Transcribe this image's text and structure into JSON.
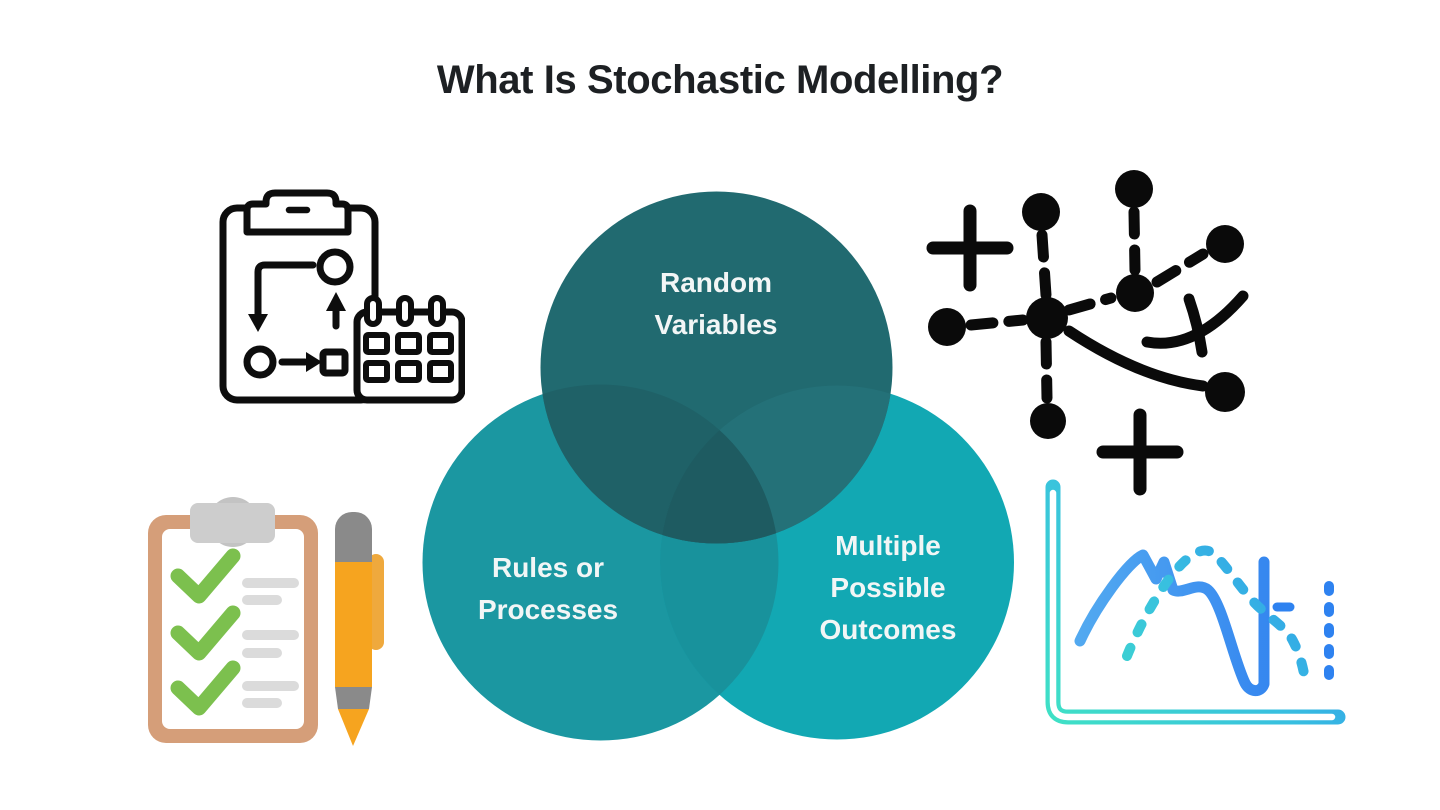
{
  "title": "What Is Stochastic Modelling?",
  "colors": {
    "background": "#ffffff",
    "title_text": "#1d2023",
    "venn_label_text": "#f2f6f6",
    "icon_outline_black": "#0d0d0d",
    "clipboard_tan": "#d59e79",
    "check_green": "#7cc04e",
    "pen_yellow": "#f6a41f",
    "pen_gray": "#8a8a8a",
    "chart_gradient_teal": "#40e5c2",
    "chart_gradient_blue": "#2b7ff2"
  },
  "venn": {
    "sets": [
      {
        "label": "Random Variables",
        "lines": [
          "Random",
          "Variables"
        ],
        "color": "#216a70"
      },
      {
        "label": "Rules or Processes",
        "lines": [
          "Rules or",
          "Processes"
        ],
        "color": "#1b97a1"
      },
      {
        "label": "Multiple Possible Outcomes",
        "lines": [
          "Multiple",
          "Possible",
          "Outcomes"
        ],
        "color": "#12a8b3"
      }
    ],
    "overlaps": {
      "top_left": "#1f6167",
      "top_right": "#247178",
      "left_right": "#18929c",
      "center": "#1e5b61"
    }
  },
  "icons": [
    {
      "name": "planning-clipboard-icon"
    },
    {
      "name": "network-graph-icon"
    },
    {
      "name": "checklist-icon"
    },
    {
      "name": "line-chart-icon"
    }
  ]
}
